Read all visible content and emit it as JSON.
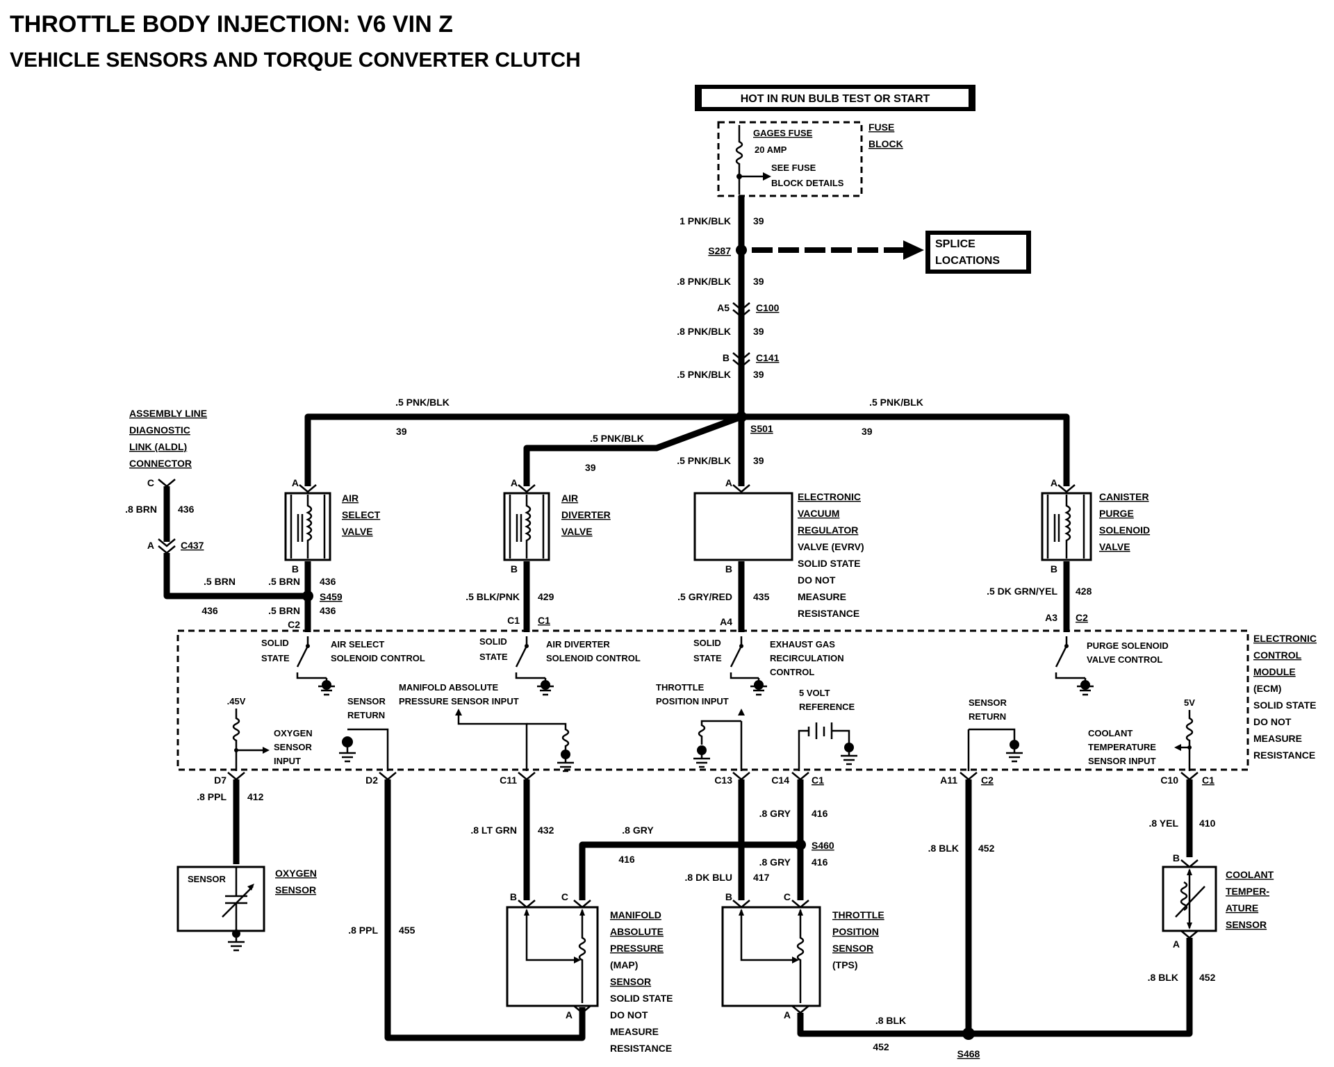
{
  "title": "THROTTLE BODY INJECTION: V6 VIN Z",
  "subtitle": "VEHICLE SENSORS AND TORQUE CONVERTER CLUTCH",
  "power_label": "HOT IN RUN BULB TEST OR START",
  "fuse": {
    "name": "GAGES FUSE",
    "rating": "20 AMP",
    "note1": "SEE FUSE",
    "note2": "BLOCK DETAILS",
    "block1": "FUSE",
    "block2": "BLOCK"
  },
  "splice_locations": {
    "line1": "SPLICE",
    "line2": "LOCATIONS"
  },
  "main_feed": {
    "w1": "1 PNK/BLK",
    "c1": "39",
    "s287": "S287",
    "w2": ".8 PNK/BLK",
    "c2": "39",
    "a5": "A5",
    "c100": "C100",
    "w3": ".8 PNK/BLK",
    "c3": "39",
    "b": "B",
    "c141": "C141",
    "w4": ".5 PNK/BLK",
    "c4": "39",
    "s501": "S501"
  },
  "branches": {
    "left_wire": ".5 PNK/BLK",
    "left_circ": "39",
    "mid_wire": ".5 PNK/BLK",
    "mid_circ": "39",
    "evrv_wire": ".5 PNK/BLK",
    "evrv_circ": "39",
    "right_wire": ".5 PNK/BLK",
    "right_circ": "39"
  },
  "aldl": {
    "l1": "ASSEMBLY LINE",
    "l2": "DIAGNOSTIC",
    "l3": "LINK (ALDL)",
    "l4": "CONNECTOR",
    "c": "C",
    "wire": ".8 BRN",
    "circ": "436",
    "a": "A",
    "conn": "C437",
    "wire2": ".5 BRN",
    "circ2": "436"
  },
  "air_select": {
    "l1": "AIR",
    "l2": "SELECT",
    "l3": "VALVE",
    "a": "A",
    "b": "B",
    "wire": ".5 BRN",
    "circ": "436",
    "splice": "S459",
    "wire2": ".5 BRN",
    "circ2": "436",
    "conn": "C2"
  },
  "air_diverter": {
    "l1": "AIR",
    "l2": "DIVERTER",
    "l3": "VALVE",
    "a": "A",
    "b": "B",
    "wire": ".5 BLK/PNK",
    "circ": "429",
    "pin": "C1",
    "conn": "C1"
  },
  "evrv": {
    "l1": "ELECTRONIC",
    "l2": "VACUUM",
    "l3": "REGULATOR",
    "l4": "VALVE (EVRV)",
    "l5": "SOLID STATE",
    "l6": "DO NOT",
    "l7": "MEASURE",
    "l8": "RESISTANCE",
    "a": "A",
    "b": "B",
    "wire": ".5 GRY/RED",
    "circ": "435",
    "pin": "A4"
  },
  "canister": {
    "l1": "CANISTER",
    "l2": "PURGE",
    "l3": "SOLENOID",
    "l4": "VALVE",
    "a": "A",
    "b": "B",
    "wire": ".5 DK GRN/YEL",
    "circ": "428",
    "pin": "A3",
    "conn": "C2"
  },
  "ecm": {
    "l1": "ELECTRONIC",
    "l2": "CONTROL",
    "l3": "MODULE",
    "l4": "(ECM)",
    "l5": "SOLID STATE",
    "l6": "DO NOT",
    "l7": "MEASURE",
    "l8": "RESISTANCE",
    "solid": "SOLID",
    "state": "STATE",
    "air_sel_1": "AIR SELECT",
    "air_sel_2": "SOLENOID CONTROL",
    "air_div_1": "AIR DIVERTER",
    "air_div_2": "SOLENOID CONTROL",
    "egr_1": "EXHAUST GAS",
    "egr_2": "RECIRCULATION",
    "egr_3": "CONTROL",
    "purge_1": "PURGE SOLENOID",
    "purge_2": "VALVE CONTROL",
    "v45": ".45V",
    "o2_1": "OXYGEN",
    "o2_2": "SENSOR",
    "o2_3": "INPUT",
    "sr_1": "SENSOR",
    "sr_2": "RETURN",
    "map_1": "MANIFOLD ABSOLUTE",
    "map_2": "PRESSURE SENSOR INPUT",
    "tps_1": "THROTTLE",
    "tps_2": "POSITION INPUT",
    "ref_1": "5 VOLT",
    "ref_2": "REFERENCE",
    "sr2_1": "SENSOR",
    "sr2_2": "RETURN",
    "v5": "5V",
    "ct_1": "COOLANT",
    "ct_2": "TEMPERATURE",
    "ct_3": "SENSOR INPUT"
  },
  "bottom": {
    "d7": "D7",
    "o2_wire": ".8 PPL",
    "o2_circ": "412",
    "d2": "D2",
    "ppl_wire": ".8 PPL",
    "ppl_circ": "455",
    "c11": "C11",
    "map_wire": ".8 LT GRN",
    "map_circ": "432",
    "c13": "C13",
    "gry_top": ".8 GRY",
    "gry_top_circ": "416",
    "c14": "C14",
    "c1a": "C1",
    "gry1": ".8 GRY",
    "gry1_circ": "416",
    "s460": "S460",
    "gry2": ".8 GRY",
    "gry2_circ": "416",
    "dkblu": ".8 DK BLU",
    "dkblu_circ": "417",
    "a11": "A11",
    "c2": "C2",
    "blk_wire": ".8 BLK",
    "blk_circ": "452",
    "c10": "C10",
    "c1b": "C1",
    "yel_wire": ".8 YEL",
    "yel_circ": "410",
    "blk2": ".8 BLK",
    "blk2_circ": "452",
    "blk3": ".8 BLK",
    "blk3_circ": "452",
    "s468": "S468"
  },
  "o2_sensor": {
    "l1": "OXYGEN",
    "l2": "SENSOR",
    "inner": "SENSOR"
  },
  "map_sensor": {
    "l1": "MANIFOLD",
    "l2": "ABSOLUTE",
    "l3": "PRESSURE",
    "l4": "(MAP)",
    "l5": "SENSOR",
    "l6": "SOLID STATE",
    "l7": "DO NOT",
    "l8": "MEASURE",
    "l9": "RESISTANCE",
    "b": "B",
    "c": "C",
    "a": "A"
  },
  "tps_sensor": {
    "l1": "THROTTLE",
    "l2": "POSITION",
    "l3": "SENSOR",
    "l4": "(TPS)",
    "b": "B",
    "c": "C",
    "a": "A"
  },
  "coolant_sensor": {
    "l1": "COOLANT",
    "l2": "TEMPER-",
    "l3": "ATURE",
    "l4": "SENSOR",
    "b": "B",
    "a": "A"
  }
}
